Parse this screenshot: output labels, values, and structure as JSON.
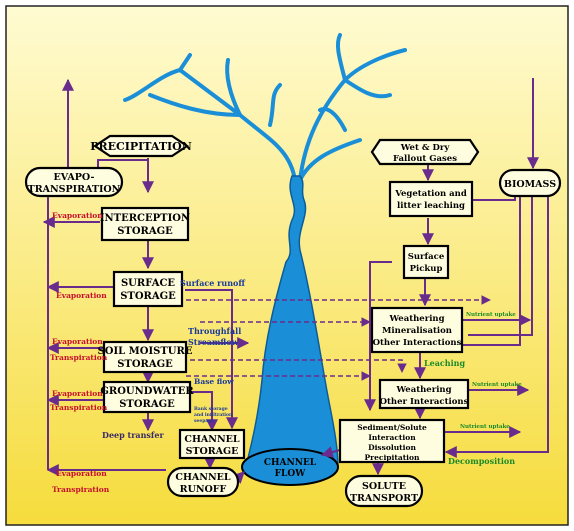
{
  "diagram": {
    "nodes": {
      "precipitation": "PRECIPITATION",
      "evapotranspiration_1": "EVAPO-",
      "evapotranspiration_2": "TRANSPIRATION",
      "interception_1": "INTERCEPTION",
      "interception_2": "STORAGE",
      "surface_storage_1": "SURFACE",
      "surface_storage_2": "STORAGE",
      "soil_moisture_1": "SOIL MOISTURE",
      "soil_moisture_2": "STORAGE",
      "groundwater_1": "GROUNDWATER",
      "groundwater_2": "STORAGE",
      "channel_storage_1": "CHANNEL",
      "channel_storage_2": "STORAGE",
      "channel_runoff_1": "CHANNEL",
      "channel_runoff_2": "RUNOFF",
      "channel_flow_1": "CHANNEL",
      "channel_flow_2": "FLOW",
      "solute_transport_1": "SOLUTE",
      "solute_transport_2": "TRANSPORT",
      "fallout_1": "Wet & Dry",
      "fallout_2": "Fallout Gases",
      "vegetation_1": "Vegetation and",
      "vegetation_2": "litter leaching",
      "biomass": "BIOMASS",
      "surface_pickup_1": "Surface",
      "surface_pickup_2": "Pickup",
      "weathering_min_1": "Weathering",
      "weathering_min_2": "Mineralisation",
      "weathering_min_3": "Other Interactions",
      "weathering_other_1": "Weathering",
      "weathering_other_2": "Other Interactions",
      "sediment_1": "Sediment/Solute",
      "sediment_2": "Interaction",
      "sediment_3": "Dissolution",
      "sediment_4": "Precipitation"
    },
    "labels": {
      "evaporation_1": "Evaporation",
      "evaporation_2": "Evaporation",
      "evaporation_3": "Evaporation",
      "transpiration_3": "Transpiration",
      "evaporation_4": "Evaporation",
      "transpiration_4": "Transpiration",
      "evaporation_5": "Evaporation",
      "transpiration_5": "Transpiration",
      "surface_runoff": "Surface runoff",
      "throughfall": "Throughfall",
      "streamflow": "Streamflow",
      "base_flow": "Base flow",
      "bank_storage_1": "Bank storage",
      "bank_storage_2": "and infiltration",
      "bank_storage_3": "seepage",
      "deep_transfer": "Deep transfer",
      "nutrient_uptake_1": "Nutrient uptake",
      "nutrient_uptake_2": "Nutrient uptake",
      "nutrient_uptake_3": "Nutrient uptake",
      "leaching": "Leaching",
      "decomposition": "Decomposition"
    }
  },
  "colors": {
    "background_top": "#fff9c4",
    "background_bottom": "#f7de3a",
    "river": "#1a8fd8",
    "arrows": "#6a2c8c",
    "evaporation_text": "#c8102e",
    "flow_text": "#1a3a9c",
    "nutrient_text": "#1a8a2a"
  }
}
